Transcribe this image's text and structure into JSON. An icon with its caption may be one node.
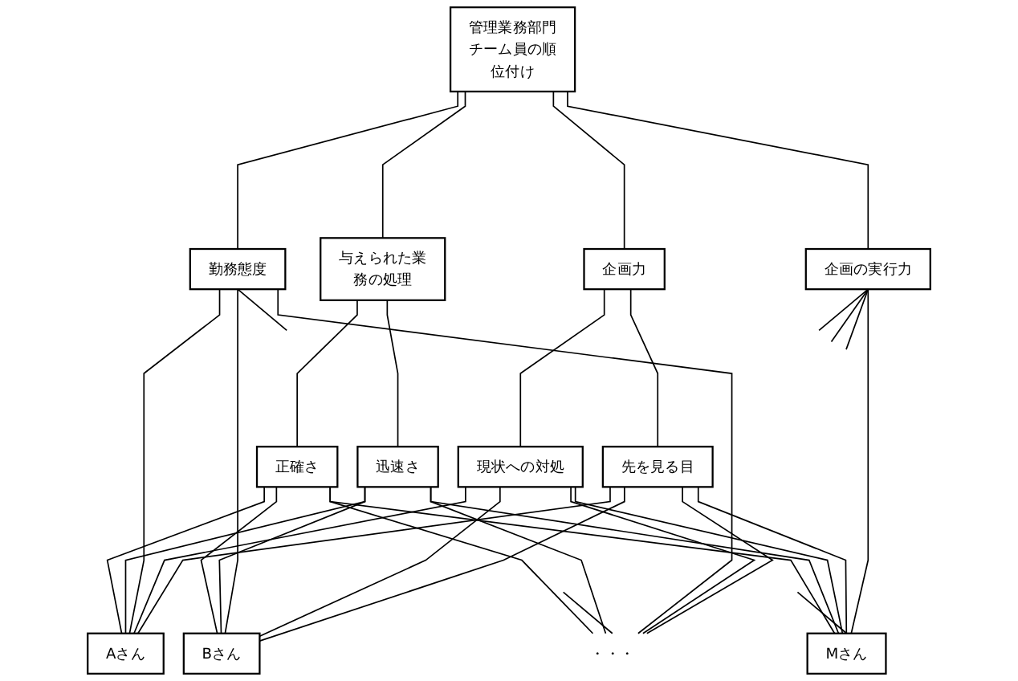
{
  "diagram": {
    "nodes": [
      {
        "text": [
          "管理業務部門チーム員の順位付け"
        ]
      },
      {
        "text": [
          "与えられた業務の処理"
        ]
      },
      {
        "text": [
          "勤務態度"
        ]
      },
      {
        "text": [
          "企画力"
        ]
      },
      {
        "text": [
          "企画の実行力"
        ]
      },
      {
        "text": [
          "正確さ"
        ]
      },
      {
        "text": [
          "迅速さ"
        ]
      },
      {
        "text": [
          "現状への対処"
        ]
      },
      {
        "text": [
          "先を見る目"
        ]
      },
      {
        "text": [
          "Aさん"
        ]
      },
      {
        "text": [
          "Bさん"
        ]
      },
      {
        "text": [
          "・・・"
        ]
      },
      {
        "text": [
          "Mさん"
        ]
      }
    ],
    "edges": [
      {
        "from": 0,
        "to": 1,
        "arrow": "none"
      },
      {
        "from": 0,
        "to": 2,
        "arrow": "none"
      },
      {
        "from": 0,
        "to": 3,
        "arrow": "none"
      },
      {
        "from": 0,
        "to": 4,
        "arrow": "none"
      },
      {
        "from": 1,
        "to": 5,
        "arrow": "none"
      },
      {
        "from": 1,
        "to": 6,
        "arrow": "none"
      },
      {
        "from": 3,
        "to": 7,
        "arrow": "none"
      },
      {
        "from": 3,
        "to": 8,
        "arrow": "none"
      },
      {
        "from": 5,
        "to": 9,
        "arrow": "none"
      },
      {
        "from": 5,
        "to": 10,
        "arrow": "none"
      },
      {
        "from": 5,
        "to": 11,
        "arrow": "none"
      },
      {
        "from": 5,
        "to": 12,
        "arrow": "none"
      },
      {
        "from": 6,
        "to": 9,
        "arrow": "none"
      },
      {
        "from": 6,
        "to": 10,
        "arrow": "none"
      },
      {
        "from": 6,
        "to": 11,
        "arrow": "none"
      },
      {
        "from": 6,
        "to": 12,
        "arrow": "none"
      },
      {
        "from": 2,
        "to": 9,
        "arrow": "none"
      },
      {
        "from": 2,
        "to": 10,
        "arrow": "none"
      },
      {
        "from": 2,
        "to": 11,
        "arrow": "none"
      },
      {
        "from": 2,
        "to": null,
        "arrow": "none"
      },
      {
        "from": 7,
        "to": 9,
        "arrow": "none"
      },
      {
        "from": 7,
        "to": 10,
        "arrow": "none"
      },
      {
        "from": 7,
        "to": 11,
        "arrow": "none"
      },
      {
        "from": 7,
        "to": 12,
        "arrow": "none"
      },
      {
        "from": 8,
        "to": 9,
        "arrow": "none"
      },
      {
        "from": 8,
        "to": 10,
        "arrow": "none"
      },
      {
        "from": 8,
        "to": 11,
        "arrow": "none"
      },
      {
        "from": 8,
        "to": 12,
        "arrow": "none"
      },
      {
        "from": 4,
        "to": 12,
        "arrow": "none"
      },
      {
        "from": 4,
        "to": null,
        "arrow": "none"
      },
      {
        "from": 4,
        "to": null,
        "arrow": "none"
      },
      {
        "from": 4,
        "to": null,
        "arrow": "none"
      },
      {
        "from": null,
        "to": 11,
        "arrow": "none"
      },
      {
        "from": null,
        "to": 12,
        "arrow": "none"
      }
    ]
  }
}
